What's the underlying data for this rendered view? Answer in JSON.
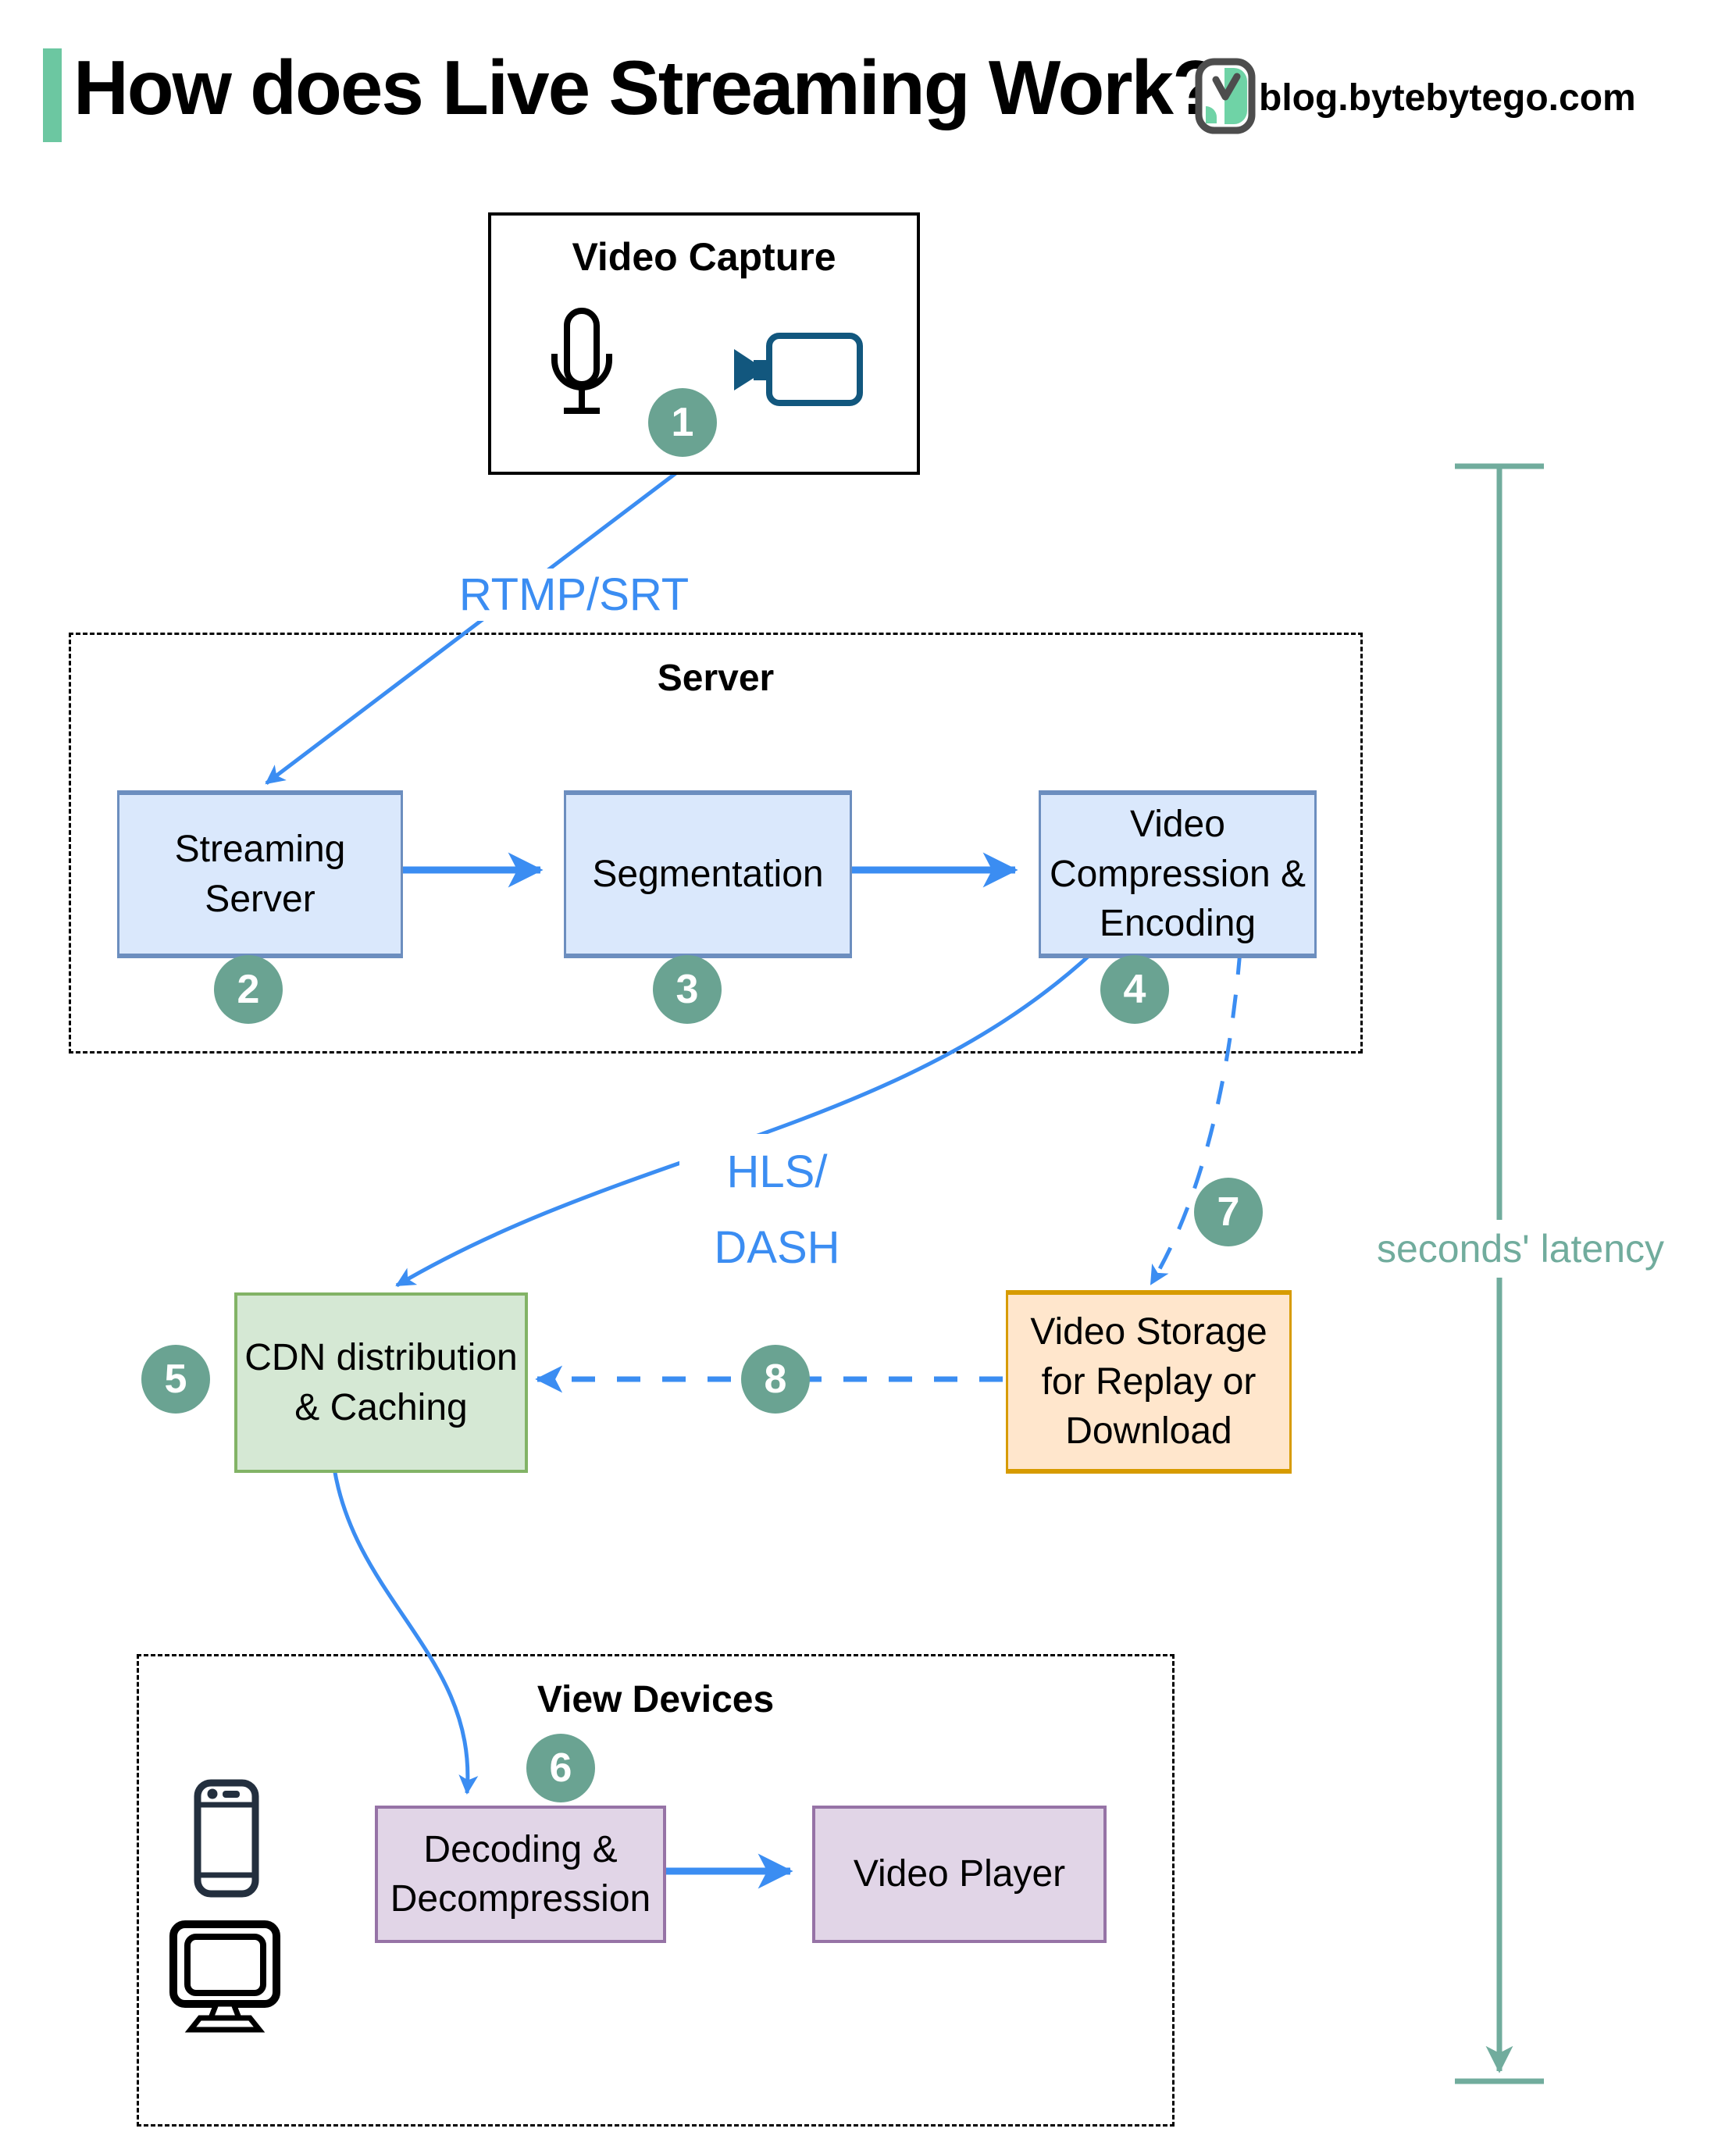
{
  "header": {
    "title": "How does Live Streaming Work?",
    "site": "blog.bytebytego.com"
  },
  "groups": {
    "video_capture": "Video Capture",
    "server": "Server",
    "view_devices": "View Devices"
  },
  "nodes": {
    "streaming_server": "Streaming\nServer",
    "segmentation": "Segmentation",
    "video_compression": "Video\nCompression &\nEncoding",
    "cdn": "CDN distribution\n& Caching",
    "video_storage": "Video Storage\nfor Replay or\nDownload",
    "decoding": "Decoding &\nDecompression",
    "video_player": "Video Player"
  },
  "edge_labels": {
    "rtmp": "RTMP/SRT",
    "hls_dash": "HLS/\nDASH",
    "latency": "seconds' latency"
  },
  "steps": [
    "1",
    "2",
    "3",
    "4",
    "5",
    "6",
    "7",
    "8"
  ],
  "icons": [
    "microphone-icon",
    "video-camera-icon",
    "smartphone-icon",
    "monitor-icon",
    "bytebytego-logo"
  ],
  "colors": {
    "arrow_blue": "#3b8df2",
    "latency_teal": "#71ac9d",
    "step_badge": "#6aa392",
    "accent_bar": "#6cc7a1",
    "logo_green": "#6fd3a6",
    "blue_box_fill": "#dae8fc",
    "blue_box_border": "#6c8ebf",
    "green_box_fill": "#d5e8d4",
    "green_box_border": "#82b366",
    "orange_box_fill": "#ffe6cc",
    "orange_box_border": "#d79b00",
    "purple_box_fill": "#e1d5e7",
    "purple_box_border": "#9673a6",
    "camera_icon_color": "#12577e"
  }
}
